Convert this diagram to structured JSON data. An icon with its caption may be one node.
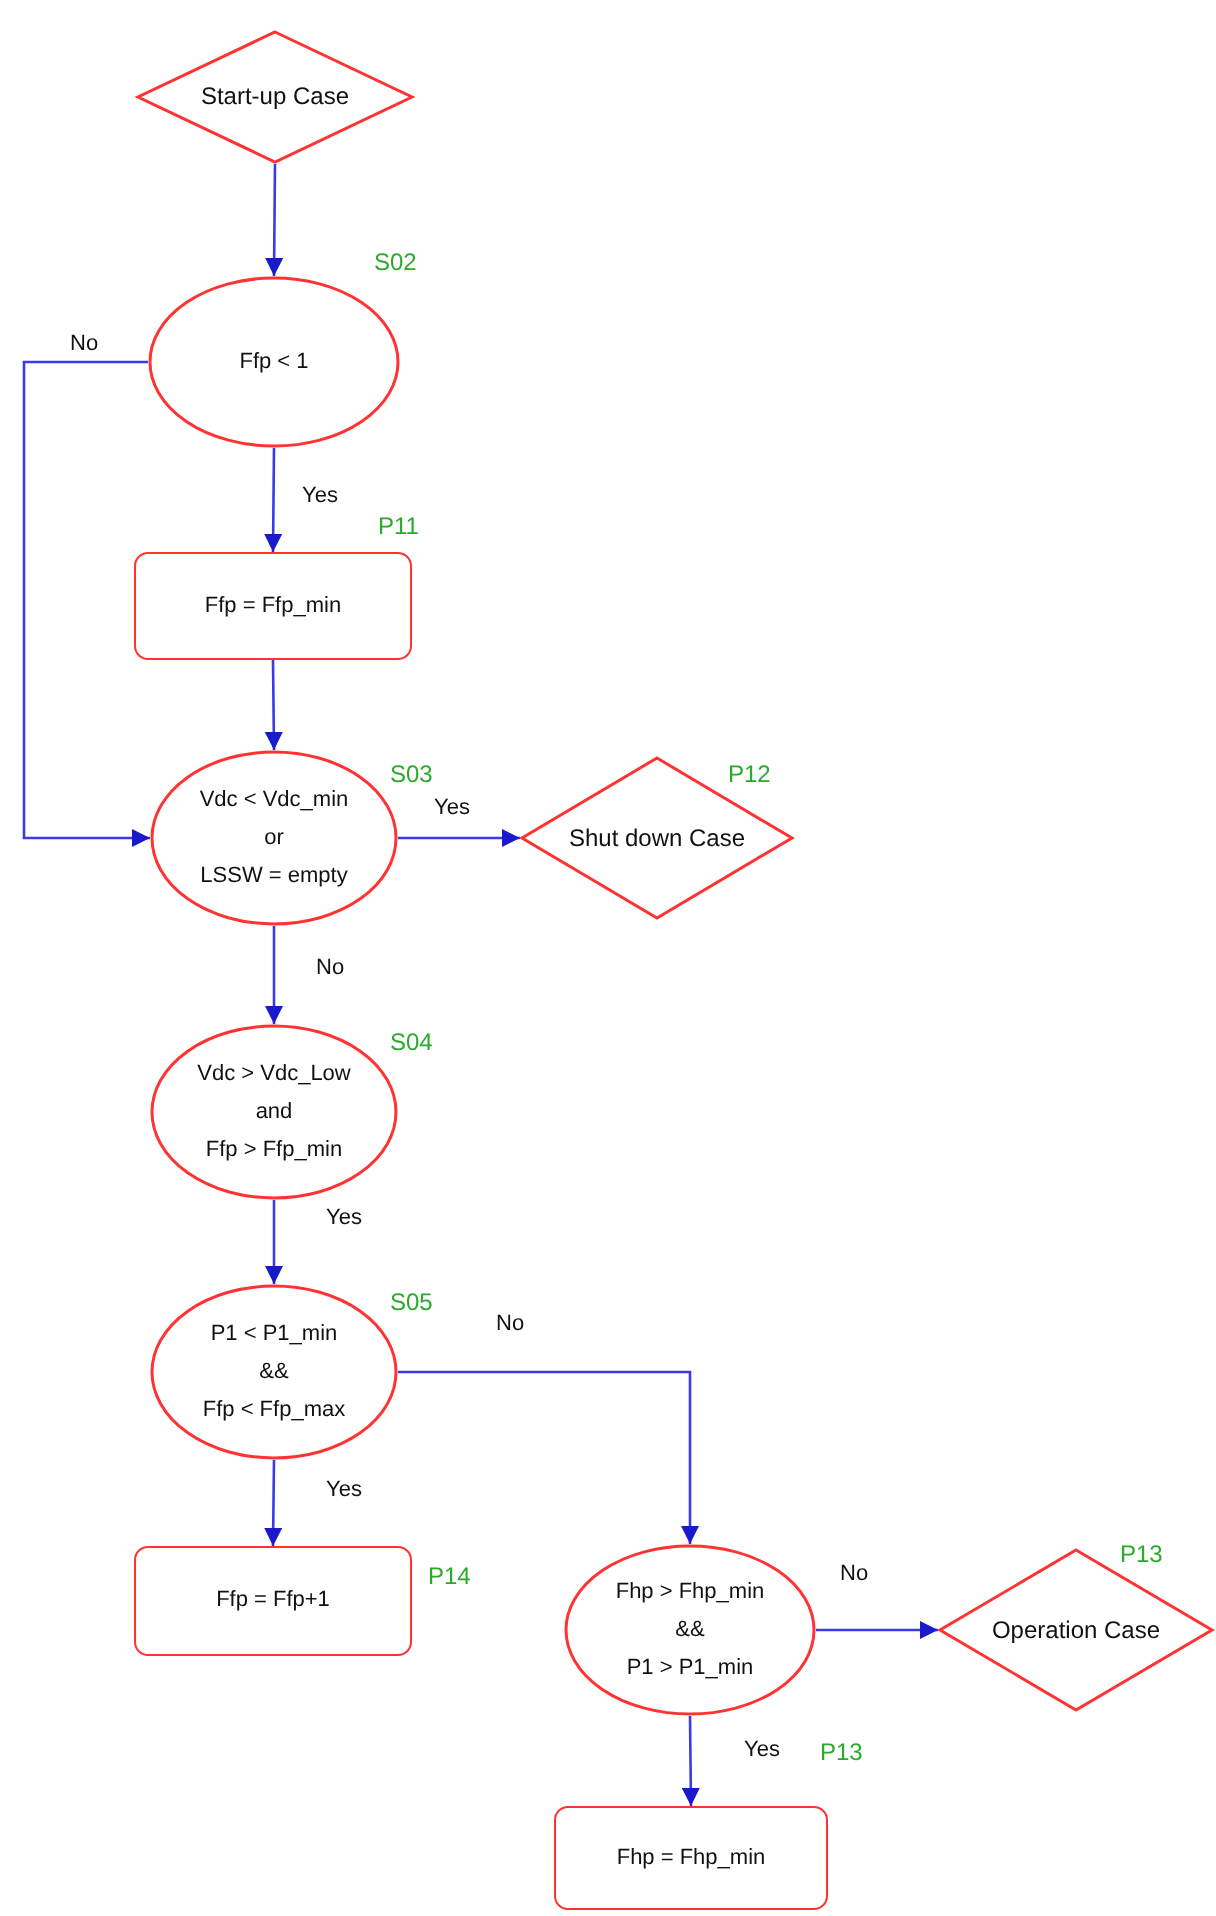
{
  "diagram": {
    "nodes": [
      {
        "text": [
          "Start-up Case"
        ]
      },
      {
        "text": [
          "Ffp  < 1"
        ],
        "beside": [
          "S02"
        ]
      },
      {
        "text": [
          "Ffp = Ffp_min"
        ],
        "beside": [
          "P11"
        ]
      },
      {
        "text": [
          "Vdc < Vdc_min",
          "or",
          "LSSW = empty"
        ],
        "beside": [
          "S03"
        ]
      },
      {
        "text": [
          "Shut down Case"
        ],
        "beside": [
          "P12"
        ]
      },
      {
        "text": [
          "Vdc > Vdc_Low",
          "and",
          "Ffp > Ffp_min"
        ],
        "beside": [
          "S04"
        ]
      },
      {
        "text": [
          "P1 < P1_min",
          "&&",
          "Ffp < Ffp_max"
        ],
        "beside": [
          "S05"
        ]
      },
      {
        "text": [
          "Ffp = Ffp+1"
        ],
        "beside": [
          "P14"
        ]
      },
      {
        "text": [
          "Fhp > Fhp_min",
          "&&",
          "P1 > P1_min"
        ]
      },
      {
        "text": [
          "Operation Case"
        ],
        "beside": [
          "P13"
        ]
      },
      {
        "text": [
          "Fhp = Fhp_min"
        ],
        "beside": [
          "P13"
        ]
      }
    ],
    "edges": [
      {
        "from": 0,
        "to": 1,
        "arrow": "to"
      },
      {
        "from": 1,
        "to": 3,
        "arrow": "to",
        "label": "No"
      },
      {
        "from": 1,
        "to": 2,
        "arrow": "to",
        "label": "Yes"
      },
      {
        "from": 2,
        "to": 3,
        "arrow": "to"
      },
      {
        "from": 3,
        "to": 4,
        "arrow": "to",
        "label": "Yes"
      },
      {
        "from": 3,
        "to": 5,
        "arrow": "to",
        "label": "No"
      },
      {
        "from": 5,
        "to": 6,
        "arrow": "to",
        "label": "Yes"
      },
      {
        "from": 6,
        "to": 8,
        "arrow": "to",
        "label": "No"
      },
      {
        "from": 6,
        "to": 7,
        "arrow": "to",
        "label": "Yes"
      },
      {
        "from": 8,
        "to": 9,
        "arrow": "to",
        "label": "No"
      },
      {
        "from": 8,
        "to": 10,
        "arrow": "to",
        "label": "Yes"
      }
    ]
  }
}
